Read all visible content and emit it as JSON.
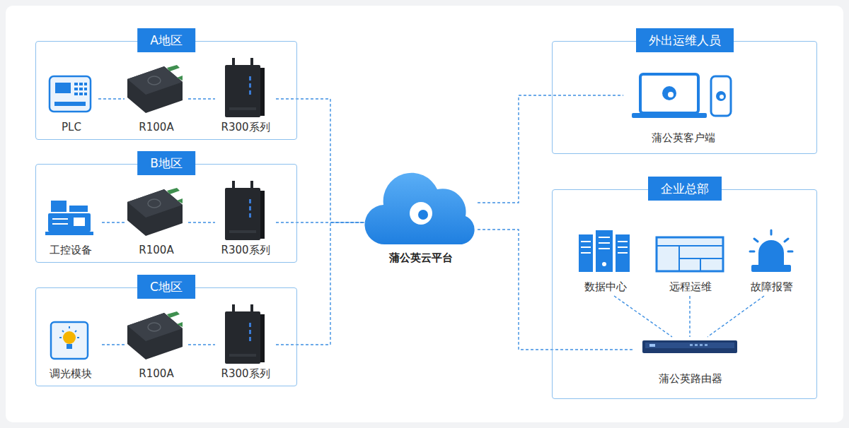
{
  "diagram": {
    "nodes": [
      {
        "text": [
          "A地区"
        ]
      },
      {
        "text": [
          "PLC"
        ],
        "in": 0
      },
      {
        "text": [
          "R100A"
        ],
        "in": 0
      },
      {
        "text": [
          "R300系列"
        ],
        "in": 0
      },
      {
        "text": [
          "B地区"
        ]
      },
      {
        "text": [
          "工控设备"
        ],
        "in": 4
      },
      {
        "text": [
          "R100A"
        ],
        "in": 4
      },
      {
        "text": [
          "R300系列"
        ],
        "in": 4
      },
      {
        "text": [
          "C地区"
        ]
      },
      {
        "text": [
          "调光模块"
        ],
        "in": 8
      },
      {
        "text": [
          "R100A"
        ],
        "in": 8
      },
      {
        "text": [
          "R300系列"
        ],
        "in": 8
      },
      {
        "text": [
          "蒲公英云平台"
        ]
      },
      {
        "text": [
          "外出运维人员"
        ]
      },
      {
        "text": [
          "蒲公英客户端"
        ],
        "in": 13
      },
      {
        "text": [
          "企业总部"
        ]
      },
      {
        "text": [
          "数据中心"
        ],
        "in": 15
      },
      {
        "text": [
          "远程运维"
        ],
        "in": 15
      },
      {
        "text": [
          "故障报警"
        ],
        "in": 15
      },
      {
        "text": [
          "蒲公英路由器"
        ],
        "in": 15
      }
    ],
    "edges": [
      {
        "from": 1,
        "to": 2,
        "arrow": "none"
      },
      {
        "from": 2,
        "to": 3,
        "arrow": "none"
      },
      {
        "from": 5,
        "to": 6,
        "arrow": "none"
      },
      {
        "from": 6,
        "to": 7,
        "arrow": "none"
      },
      {
        "from": 9,
        "to": 10,
        "arrow": "none"
      },
      {
        "from": 10,
        "to": 11,
        "arrow": "none"
      },
      {
        "from": 3,
        "to": 12,
        "arrow": "none"
      },
      {
        "from": 7,
        "to": 12,
        "arrow": "none"
      },
      {
        "from": 11,
        "to": 12,
        "arrow": "none"
      },
      {
        "from": 12,
        "to": 14,
        "arrow": "none"
      },
      {
        "from": 12,
        "to": 19,
        "arrow": "none"
      },
      {
        "from": 16,
        "to": 19,
        "arrow": "none"
      },
      {
        "from": 17,
        "to": 19,
        "arrow": "none"
      },
      {
        "from": 18,
        "to": 19,
        "arrow": "none"
      }
    ]
  }
}
